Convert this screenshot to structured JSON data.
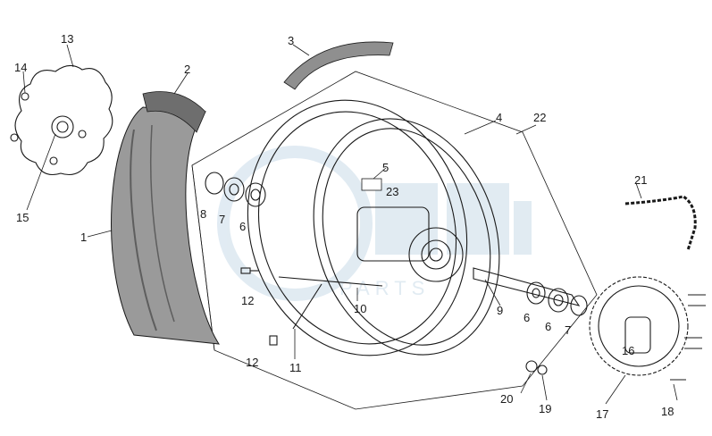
{
  "watermark": "PARTS",
  "callouts": [
    {
      "id": "n1",
      "text": "1"
    },
    {
      "id": "n2",
      "text": "2"
    },
    {
      "id": "n3",
      "text": "3"
    },
    {
      "id": "n4",
      "text": "4"
    },
    {
      "id": "n5",
      "text": "5"
    },
    {
      "id": "n6a",
      "text": "6"
    },
    {
      "id": "n6b",
      "text": "6"
    },
    {
      "id": "n6c",
      "text": "6"
    },
    {
      "id": "n7a",
      "text": "7"
    },
    {
      "id": "n7b",
      "text": "7"
    },
    {
      "id": "n8",
      "text": "8"
    },
    {
      "id": "n9",
      "text": "9"
    },
    {
      "id": "n10",
      "text": "10"
    },
    {
      "id": "n11",
      "text": "11"
    },
    {
      "id": "n12a",
      "text": "12"
    },
    {
      "id": "n12b",
      "text": "12"
    },
    {
      "id": "n13",
      "text": "13"
    },
    {
      "id": "n14",
      "text": "14"
    },
    {
      "id": "n15",
      "text": "15"
    },
    {
      "id": "n16",
      "text": "16"
    },
    {
      "id": "n17",
      "text": "17"
    },
    {
      "id": "n18",
      "text": "18"
    },
    {
      "id": "n19",
      "text": "19"
    },
    {
      "id": "n20",
      "text": "20"
    },
    {
      "id": "n21",
      "text": "21"
    },
    {
      "id": "n22",
      "text": "22"
    },
    {
      "id": "n23",
      "text": "23"
    }
  ],
  "colors": {
    "line": "#1a1a1a",
    "tire": "#9a9a9a",
    "tire_dark": "#6e6e6e",
    "rim_tape": "#8f8f8f",
    "watermark": "#c9dbe9"
  }
}
